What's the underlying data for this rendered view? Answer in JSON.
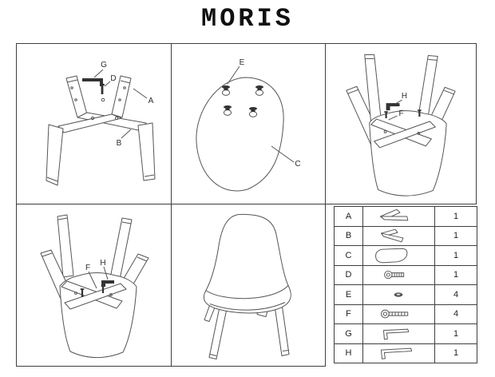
{
  "title": "MORIS",
  "colors": {
    "line": "#555555",
    "border": "#3f3f3f",
    "text": "#2b2b2b",
    "hardware_dark": "#333333"
  },
  "panels": {
    "step1": {
      "labels": {
        "G": "G",
        "D": "D",
        "A": "A",
        "B": "B"
      }
    },
    "step2": {
      "labels": {
        "E": "E",
        "C": "C"
      }
    },
    "step3": {
      "labels": {
        "H": "H",
        "F": "F"
      }
    },
    "step4": {
      "labels": {
        "F": "F",
        "H": "H"
      }
    }
  },
  "parts_table": {
    "rows": [
      {
        "letter": "A",
        "icon": "leg-frame-a-icon",
        "qty": "1"
      },
      {
        "letter": "B",
        "icon": "leg-frame-b-icon",
        "qty": "1"
      },
      {
        "letter": "C",
        "icon": "seat-shell-icon",
        "qty": "1"
      },
      {
        "letter": "D",
        "icon": "short-bolt-icon",
        "qty": "1"
      },
      {
        "letter": "E",
        "icon": "cap-nut-icon",
        "qty": "4"
      },
      {
        "letter": "F",
        "icon": "long-bolt-icon",
        "qty": "4"
      },
      {
        "letter": "G",
        "icon": "allen-key-icon",
        "qty": "1"
      },
      {
        "letter": "H",
        "icon": "allen-key-large-icon",
        "qty": "1"
      }
    ]
  }
}
